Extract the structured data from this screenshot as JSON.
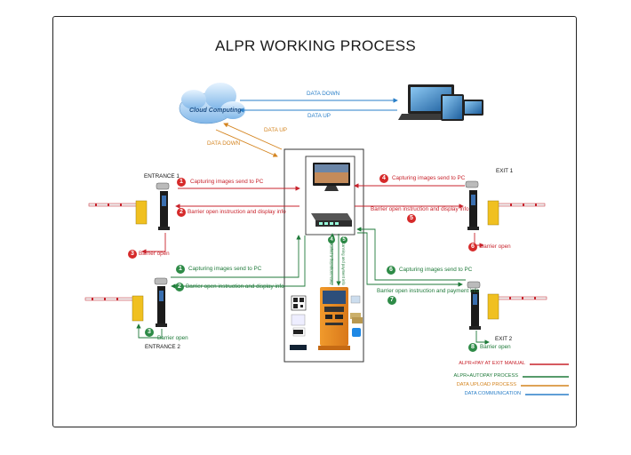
{
  "title": "ALPR WORKING PROCESS",
  "cloud_text": "Cloud Computing",
  "flows": {
    "data_down_top": "DATA DOWN",
    "data_up_top": "DATA UP",
    "data_up_mid": "DATA UP",
    "data_down_mid": "DATA DOWN"
  },
  "stations": {
    "entrance1": "ENTRANCE 1",
    "entrance2": "ENTRANCE 2",
    "exit1": "EXIT 1",
    "exit2": "EXIT 2"
  },
  "steps": {
    "s1_red": {
      "num": "1",
      "text": "Capturing images send to PC"
    },
    "s2_red": {
      "num": "2",
      "text": "Barrier open instruction and display info"
    },
    "s3_red": {
      "num": "3",
      "text": "Barrier open"
    },
    "s4_red": {
      "num": "4",
      "text": "Capturing images send to PC"
    },
    "s5_red": {
      "num": "5",
      "text": "Barrier open instruction and display info"
    },
    "s6_red": {
      "num": "6",
      "text": "Barrier open"
    },
    "s1_grn": {
      "num": "1",
      "text": "Capturing images send to PC"
    },
    "s2_grn": {
      "num": "2",
      "text": "Barrier open instruction and display info"
    },
    "s3_grn": {
      "num": "3",
      "text": "Barrier open"
    },
    "s6_grn": {
      "num": "6",
      "text": "Capturing images send to PC"
    },
    "s7_grn": {
      "num": "7",
      "text": "Barrier open instruction and payment info"
    },
    "s8_grn": {
      "num": "8",
      "text": "Barrier open"
    }
  },
  "kiosk_labels": {
    "v4": "4",
    "v5": "5",
    "v4_text": "Data computing & payment",
    "v5_text": "Scanning and payment info"
  },
  "legend": [
    {
      "label": "ALPR+PAY AT EXIT MANUAL",
      "color": "#c8232c"
    },
    {
      "label": "ALPR+AUTOPAY PROCESS",
      "color": "#1f7a3a"
    },
    {
      "label": "DATA UPLOAD PROCESS",
      "color": "#d4841f"
    },
    {
      "label": "DATA COMMUNICATION",
      "color": "#2a7fc8"
    }
  ]
}
